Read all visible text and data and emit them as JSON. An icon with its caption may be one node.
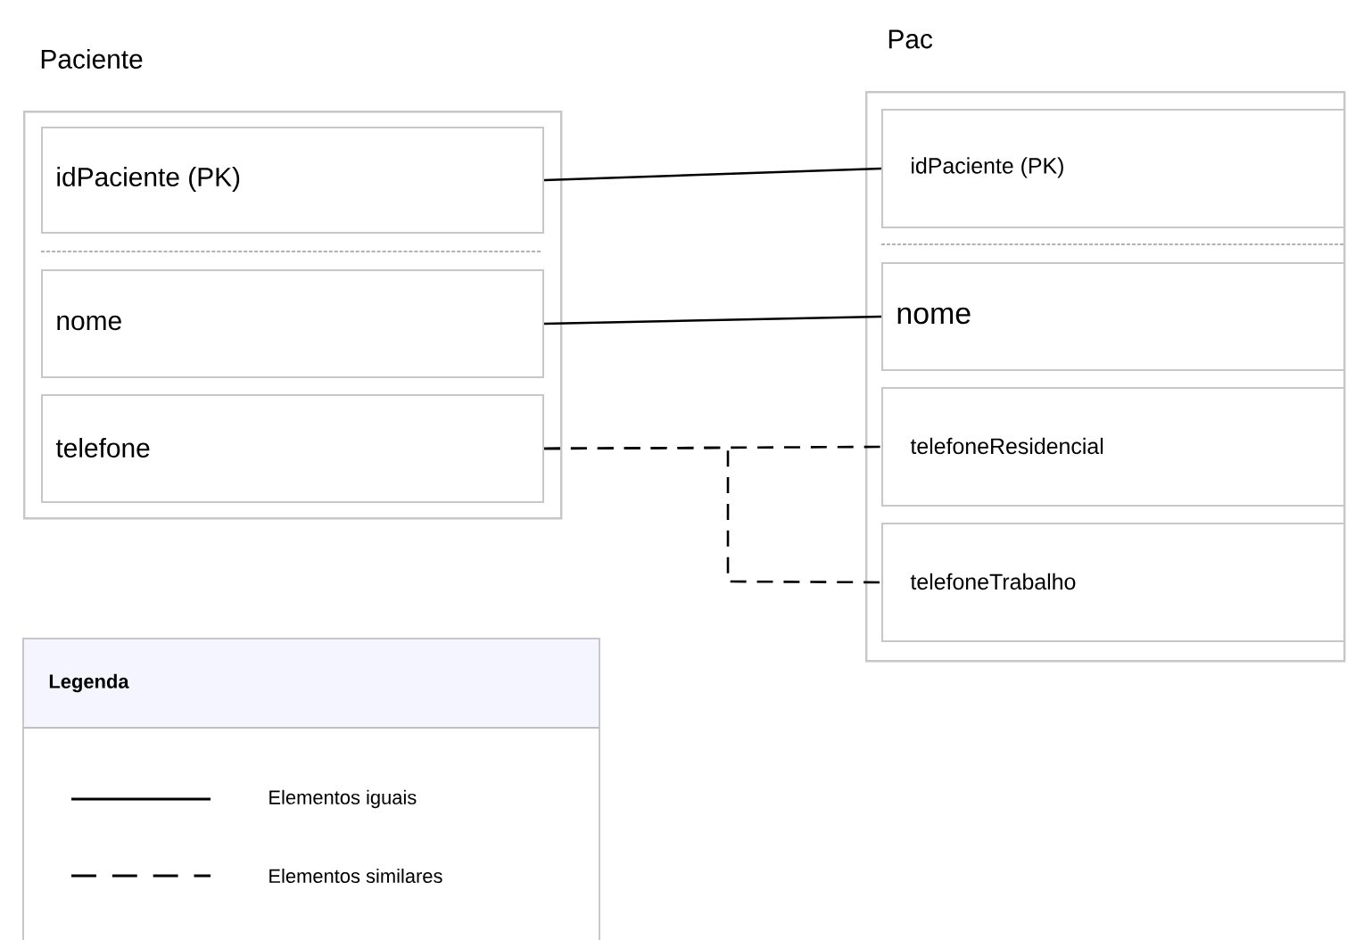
{
  "diagram": {
    "nodes": [
      {
        "text": [
          "Paciente"
        ]
      },
      {
        "text": [
          "idPaciente    (PK)"
        ],
        "in": 0
      },
      {
        "text": [
          "nome"
        ],
        "in": 0
      },
      {
        "text": [
          "telefone"
        ],
        "in": 0
      },
      {
        "text": [
          "Pac"
        ]
      },
      {
        "text": [
          "idPaciente (PK)"
        ],
        "in": 4
      },
      {
        "text": [
          "nome"
        ],
        "in": 4
      },
      {
        "text": [
          "telefoneResidencial"
        ],
        "in": 4
      },
      {
        "text": [
          "telefoneTrabalho"
        ],
        "in": 4
      }
    ],
    "edges": [
      {
        "from": 1,
        "to": 5,
        "arrow": "none"
      },
      {
        "from": 2,
        "to": 6,
        "arrow": "none"
      },
      {
        "from": 3,
        "to": 7,
        "arrow": "none",
        "style": "dashed"
      },
      {
        "from": 3,
        "to": 8,
        "arrow": "none",
        "style": "dashed"
      }
    ],
    "labels": [
      "Legenda"
    ],
    "legend": [
      {
        "text": "Elementos iguais"
      },
      {
        "text": "Elementos similares"
      }
    ]
  }
}
